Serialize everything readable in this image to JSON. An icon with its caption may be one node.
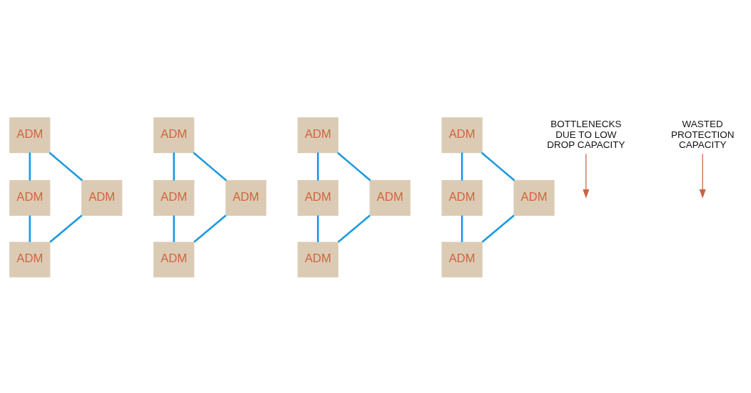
{
  "diagram": {
    "nodes": [
      {
        "text": [
          "ADM"
        ]
      },
      {
        "text": [
          "ADM"
        ]
      },
      {
        "text": [
          "ADM"
        ]
      },
      {
        "text": [
          "ADM"
        ]
      },
      {
        "text": [
          "ADM"
        ]
      },
      {
        "text": [
          "ADM"
        ]
      },
      {
        "text": [
          "ADM"
        ]
      },
      {
        "text": [
          "ADM"
        ]
      },
      {
        "text": [
          "ADM"
        ]
      },
      {
        "text": [
          "ADM"
        ]
      },
      {
        "text": [
          "ADM"
        ]
      },
      {
        "text": [
          "ADM"
        ]
      },
      {
        "text": [
          "ADM"
        ]
      },
      {
        "text": [
          "ADM"
        ]
      },
      {
        "text": [
          "ADM"
        ]
      },
      {
        "text": [
          "ADM"
        ]
      },
      {
        "text": [
          "BOTTLENECKS DUE TO LOW DROP CAPACITY"
        ]
      },
      {
        "text": [
          "WASTED PROTECTION CAPACITY"
        ]
      }
    ],
    "edges": [
      {
        "from": 0,
        "to": 2,
        "arrow": "none"
      },
      {
        "from": 2,
        "to": 3,
        "arrow": "none"
      },
      {
        "from": 3,
        "to": 1,
        "arrow": "none"
      },
      {
        "from": 1,
        "to": 0,
        "arrow": "none"
      },
      {
        "from": 4,
        "to": 6,
        "arrow": "none"
      },
      {
        "from": 6,
        "to": 7,
        "arrow": "none"
      },
      {
        "from": 7,
        "to": 5,
        "arrow": "none"
      },
      {
        "from": 5,
        "to": 4,
        "arrow": "none"
      },
      {
        "from": 8,
        "to": 10,
        "arrow": "none"
      },
      {
        "from": 10,
        "to": 11,
        "arrow": "none"
      },
      {
        "from": 11,
        "to": 9,
        "arrow": "none"
      },
      {
        "from": 9,
        "to": 8,
        "arrow": "none"
      },
      {
        "from": 12,
        "to": 14,
        "arrow": "none"
      },
      {
        "from": 14,
        "to": 15,
        "arrow": "none"
      },
      {
        "from": 15,
        "to": 13,
        "arrow": "none"
      },
      {
        "from": 13,
        "to": 12,
        "arrow": "none"
      },
      {
        "from": 16,
        "to": null,
        "arrow": "to",
        "color": "#c8643f"
      },
      {
        "from": 17,
        "to": null,
        "arrow": "to",
        "color": "#c8643f"
      }
    ]
  }
}
